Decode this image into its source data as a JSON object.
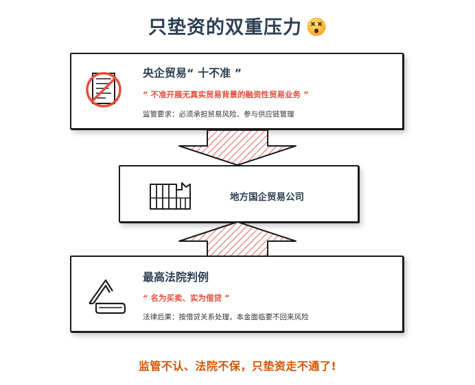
{
  "title": "只垫资的双重压力",
  "title_emoji_icon": "dizzy-face-icon",
  "colors": {
    "heading": "#2c3e50",
    "quote": "#e74c3c",
    "footer": "#d35400",
    "arrow_stripe": "#e8807a",
    "ban": "#e74c3c"
  },
  "top_card": {
    "heading": "央企贸易“ 十不准 ”",
    "quote": "“ 不准开展无真实贸易背景的融资性贸易业务 ”",
    "note": "监管要求：必须承担贸易风险、参与供应链管理",
    "icon": "banned-document-icon"
  },
  "middle_card": {
    "label": "地方国企贸易公司",
    "icon": "factory-icon"
  },
  "bottom_card": {
    "heading": "最高法院判例",
    "quote": "“ 名为买卖、实为借贷 ”",
    "note": "法律后果：按借贷关系处理，本金面临要不回来风险",
    "icon": "gavel-icon"
  },
  "arrows": {
    "top": "down-arrow-icon",
    "bottom": "up-arrow-icon"
  },
  "footer": "监管不认、法院不保，只垫资走不通了!"
}
